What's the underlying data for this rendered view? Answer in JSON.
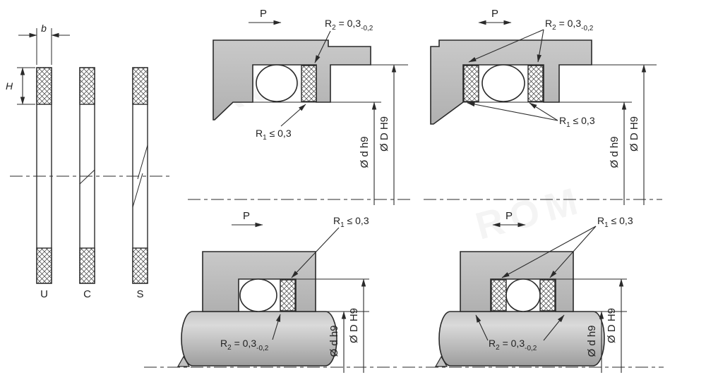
{
  "drawing": {
    "profiles": {
      "width_dim": "b",
      "height_dim": "H",
      "types": [
        "U",
        "C",
        "S"
      ]
    },
    "labels": {
      "pressure": "P",
      "r1_sym": "R",
      "r1_sub": "1",
      "r1_val": " ≤ 0,3",
      "r2_sym": "R",
      "r2_sub": "2",
      "r2_val": " = 0,3",
      "r2_tol": "-0,2",
      "dia_rod": "Ø d h9",
      "dia_bore": "Ø D H9"
    },
    "watermark": "ROM",
    "colors": {
      "line": "#2a2a2a",
      "housing": "#bdbdbd",
      "seal_hatch": "#3a3a3a",
      "oring": "#ffffff"
    }
  }
}
